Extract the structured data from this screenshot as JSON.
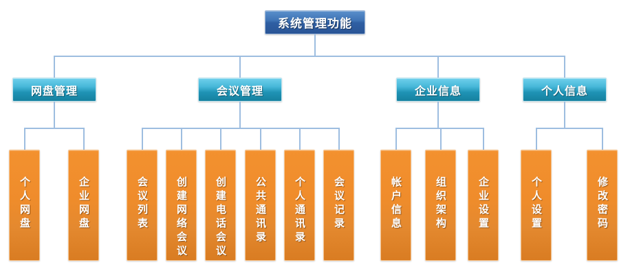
{
  "diagram": {
    "type": "org-tree",
    "title": "系统管理功能",
    "palette": {
      "root": "#2f5fa3",
      "branch": "#1f93b5",
      "leaf": "#ef8c2b",
      "connector": "#9dbde0",
      "background": "#ffffff",
      "text": "#ffffff"
    },
    "root": {
      "label": "系统管理功能"
    },
    "branches": [
      {
        "label": "网盘管理",
        "leaves": [
          {
            "label": "个人网盘"
          },
          {
            "label": "企业网盘"
          }
        ]
      },
      {
        "label": "会议管理",
        "leaves": [
          {
            "label": "会议列表"
          },
          {
            "label": "创建网络会议"
          },
          {
            "label": "创建电话会议"
          },
          {
            "label": "公共通讯录"
          },
          {
            "label": "个人通讯录"
          },
          {
            "label": "会议记录"
          }
        ]
      },
      {
        "label": "企业信息",
        "leaves": [
          {
            "label": "帐户信息"
          },
          {
            "label": "组织架构"
          },
          {
            "label": "企业设置"
          }
        ]
      },
      {
        "label": "个人信息",
        "leaves": [
          {
            "label": "个人设置"
          },
          {
            "label": "修改密码"
          }
        ]
      }
    ]
  }
}
